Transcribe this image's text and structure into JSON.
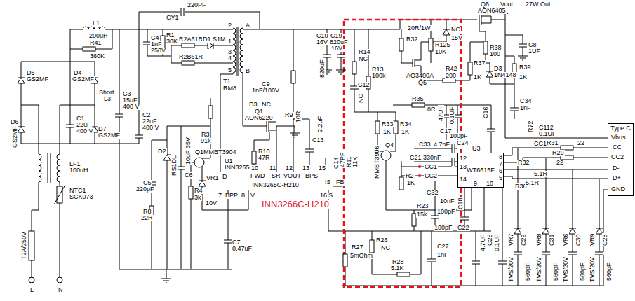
{
  "diagram": {
    "nodes": [
      {
        "text": [
          "INN3265C-H210"
        ]
      },
      {
        "text": [
          "WT6615F"
        ]
      },
      {
        "text": [
          "Type C"
        ]
      }
    ],
    "labels": [
      "220PF",
      "CY1",
      "L1",
      "200uH",
      "R41",
      "360K",
      "C4",
      "1nF",
      "250V",
      "R1",
      "30K",
      "R2A61R",
      "R2B61R",
      "D1 S1M",
      "2",
      "1",
      "A",
      "3",
      "4",
      "5",
      "B",
      "T1",
      "RM8",
      "D5",
      "GS2MF",
      "D4",
      "GS2MF",
      "C1",
      "22uF",
      "400 V",
      "Short",
      "L3",
      "C3",
      "15uF",
      "400 V",
      "C2",
      "22uF",
      "400 V",
      "D6",
      "GS2MF",
      "D7",
      "GS2MF",
      "LF1",
      "100uH",
      "NTC1",
      "SCK073",
      "T2A/250V",
      "L",
      "N",
      "C9",
      "1nF/100V",
      "D3",
      "NC",
      "Q1",
      "AON6220",
      "R9",
      "10R",
      "R10",
      "47R",
      "C13",
      "2.2uF",
      "C10",
      "16V",
      "820uF",
      "C19",
      "820uF",
      "16V",
      "D2",
      "RS1DL",
      "C5",
      "220pF",
      "C6",
      "10uF 35V",
      "R8",
      "22R",
      "R3",
      "91k",
      "Q1",
      "MMBT3904",
      "R4",
      "3k",
      "VR1",
      "10V",
      "U1",
      "INN3265C",
      "D",
      "10",
      "11",
      "12",
      "13",
      "15",
      "FWD",
      "SR",
      "VOUT",
      "BPS",
      "IS",
      "BPP",
      "7",
      "8",
      "V",
      "16",
      "S",
      "FB",
      "INN3266C-H210",
      "C7",
      "0.47uF",
      "C14",
      "47PF",
      "R11",
      "11K",
      "R14",
      "NC",
      "R13",
      "100k",
      "C12",
      "NC",
      "20R/1W",
      "R32",
      "R125",
      "10K",
      "NC",
      "15V",
      "Q6",
      "AON6405",
      "Vout",
      "27W Out",
      "R38",
      "100",
      "C8",
      "1UF",
      "AO3400A",
      "Q5",
      "R42",
      "200",
      "R37",
      "1K",
      "D3",
      "1N4148",
      "R39",
      "1K",
      "R35",
      "0R",
      "C17",
      "47UF",
      "0.1UF",
      "C16",
      "100pF",
      "C24",
      "U3",
      "C34",
      "1nF",
      "R72",
      "C112",
      "0.1UF",
      "R33",
      "1K",
      "R34",
      "1K",
      "Q4",
      "MMBT3906",
      "C33",
      "4.7nF",
      "C21",
      "330nF",
      "R2",
      "1K",
      "CC1",
      "CC2",
      "8",
      "7",
      "6",
      "5",
      "12",
      "13",
      "14",
      "9",
      "10",
      "C32",
      "10nF",
      "C18",
      "R23",
      "15k",
      "100pF",
      "100pF",
      "C22",
      "R27",
      "5mOhm",
      "R26",
      "NC",
      "R28",
      "5.1K",
      "C27",
      "1nF",
      "4.7UF",
      "C25",
      "0.1UF",
      "VR7",
      "C29",
      "TVS/20V",
      "560pF",
      "VR8",
      "C31",
      "TVS/20V",
      "560pF",
      "VR6",
      "C30",
      "TVS/20V",
      "560pF",
      "VR9",
      "C28",
      "TVS/20V",
      "560pF",
      "R31",
      "CC1",
      "22",
      "R29",
      "22",
      "R32",
      "5.1R",
      "R30",
      "5.1R",
      "Vbus",
      "CC",
      "CC2",
      "D-",
      "D+",
      "GND"
    ]
  }
}
